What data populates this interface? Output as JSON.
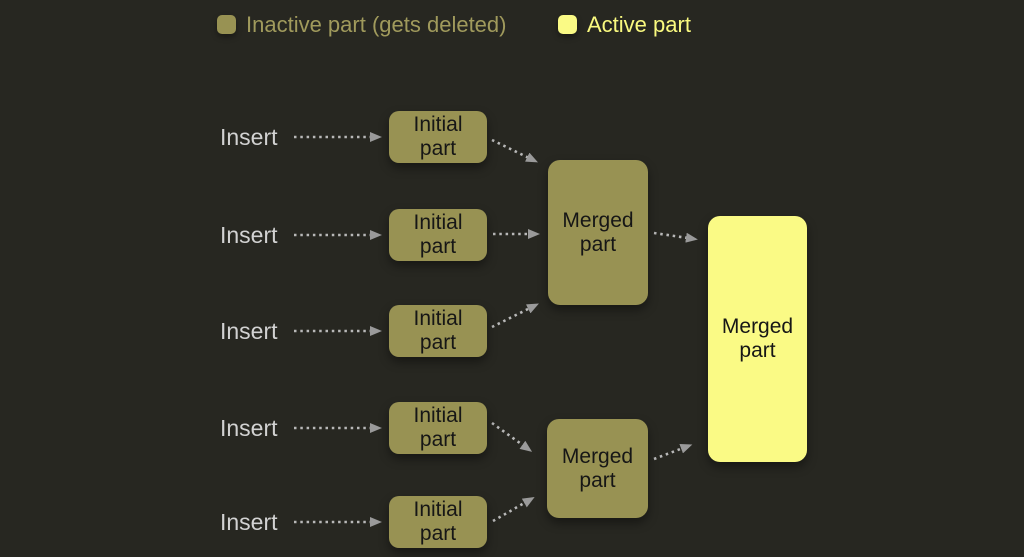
{
  "legend": {
    "inactive_label": "Inactive part (gets deleted)",
    "active_label": "Active part"
  },
  "flow": {
    "inserts": [
      "Insert",
      "Insert",
      "Insert",
      "Insert",
      "Insert"
    ],
    "initial_parts": [
      "Initial\npart",
      "Initial\npart",
      "Initial\npart",
      "Initial\npart",
      "Initial\npart"
    ],
    "merged_parts": [
      "Merged\npart",
      "Merged\npart"
    ],
    "final_merged_part": "Merged\npart"
  },
  "colors": {
    "background": "#272721",
    "inactive-fill": "#989253",
    "active-fill": "#fafa85",
    "inactive-text": "#a09a5c",
    "active-text": "#f9f97f",
    "label-text": "#d2d2d2",
    "box-text": "#161616",
    "arrow": "#b8b8b8",
    "arrowhead": "#9a9a9a"
  }
}
